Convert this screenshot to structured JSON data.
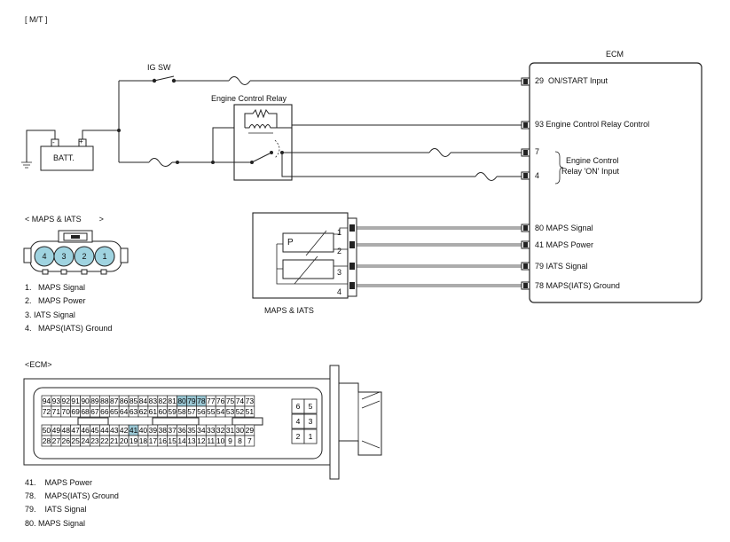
{
  "header": {
    "variant": "[ M/T ]"
  },
  "ecm": {
    "title": "ECM",
    "pins": [
      {
        "num": "29",
        "label": "ON/START Input"
      },
      {
        "num": "93",
        "label": "Engine Control Relay Control"
      },
      {
        "num": "7",
        "label": ""
      },
      {
        "num": "4",
        "label": ""
      },
      {
        "num": "80",
        "label": "MAPS Signal"
      },
      {
        "num": "41",
        "label": "MAPS Power"
      },
      {
        "num": "79",
        "label": "IATS Signal"
      },
      {
        "num": "78",
        "label": "MAPS(IATS) Ground"
      }
    ],
    "relay_input_label_1": "Engine Control",
    "relay_input_label_2": "Relay 'ON' Input"
  },
  "ig_sw": {
    "label": "IG SW"
  },
  "battery": {
    "label": "BATT.",
    "minus": "-",
    "plus": "+"
  },
  "relay": {
    "label": "Engine Control Relay"
  },
  "sensor": {
    "label": "MAPS & IATS",
    "p_label": "P",
    "pins": [
      "1",
      "2",
      "3",
      "4"
    ]
  },
  "maps_connector": {
    "title": "< MAPS & IATS        >",
    "pins": [
      "4",
      "3",
      "2",
      "1"
    ],
    "legend": [
      "1.   MAPS Signal",
      "2.   MAPS Power",
      "3. IATS Signal",
      "4.   MAPS(IATS) Ground"
    ]
  },
  "ecm_connector": {
    "title": "<ECM>",
    "rows": [
      [
        "94",
        "93",
        "92",
        "91",
        "90",
        "89",
        "88",
        "87",
        "86",
        "85",
        "84",
        "83",
        "82",
        "81",
        "80",
        "79",
        "78",
        "77",
        "76",
        "75",
        "74",
        "73"
      ],
      [
        "72",
        "71",
        "70",
        "69",
        "68",
        "67",
        "66",
        "65",
        "64",
        "63",
        "62",
        "61",
        "60",
        "59",
        "58",
        "57",
        "56",
        "55",
        "54",
        "53",
        "52",
        "51"
      ],
      [
        "50",
        "49",
        "48",
        "47",
        "46",
        "45",
        "44",
        "43",
        "42",
        "41",
        "40",
        "39",
        "38",
        "37",
        "36",
        "35",
        "34",
        "33",
        "32",
        "31",
        "30",
        "29"
      ],
      [
        "28",
        "27",
        "26",
        "25",
        "24",
        "23",
        "22",
        "21",
        "20",
        "19",
        "18",
        "17",
        "16",
        "15",
        "14",
        "13",
        "12",
        "11",
        "10",
        "9",
        "8",
        "7"
      ]
    ],
    "highlighted": [
      "80",
      "79",
      "78",
      "41"
    ],
    "side_pins": [
      [
        "6",
        "5"
      ],
      [
        "4",
        "3"
      ],
      [
        "2",
        "1"
      ]
    ],
    "legend": [
      "41.    MAPS Power",
      "78.    MAPS(IATS) Ground",
      "79.    IATS Signal",
      "80. MAPS Signal"
    ]
  },
  "colors": {
    "highlight": "#9cc9d6",
    "pin_fill": "#9fd3e0",
    "line": "#222222"
  }
}
